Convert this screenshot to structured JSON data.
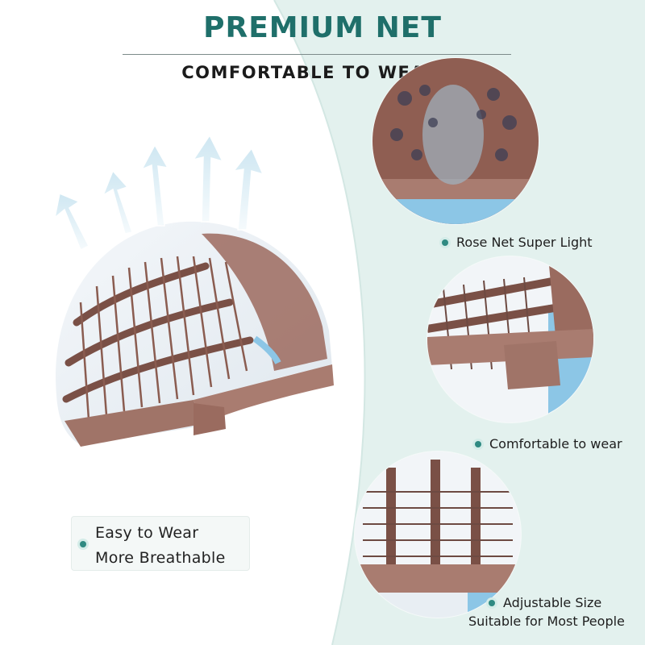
{
  "header": {
    "title": "PREMIUM NET",
    "subtitle": "COMFORTABLE TO WEAR"
  },
  "details": [
    {
      "caption": "Rose Net Super Light"
    },
    {
      "caption": "Comfortable to wear"
    },
    {
      "caption_line1": "Adjustable Size",
      "caption_line2": "Suitable for Most People"
    }
  ],
  "feature_box": {
    "line1": "Easy to Wear",
    "line2": "More Breathable"
  },
  "colors": {
    "title": "#1f6f6a",
    "accent_dot": "#2f8a82",
    "mint_background": "#e3f1ee",
    "cap_brown": "#8f5e52",
    "hair_white": "#eef3f7",
    "hair_blue": "#8cc6e6"
  },
  "icons": [
    "breathable-arrow-icon",
    "bullet-dot-icon"
  ]
}
